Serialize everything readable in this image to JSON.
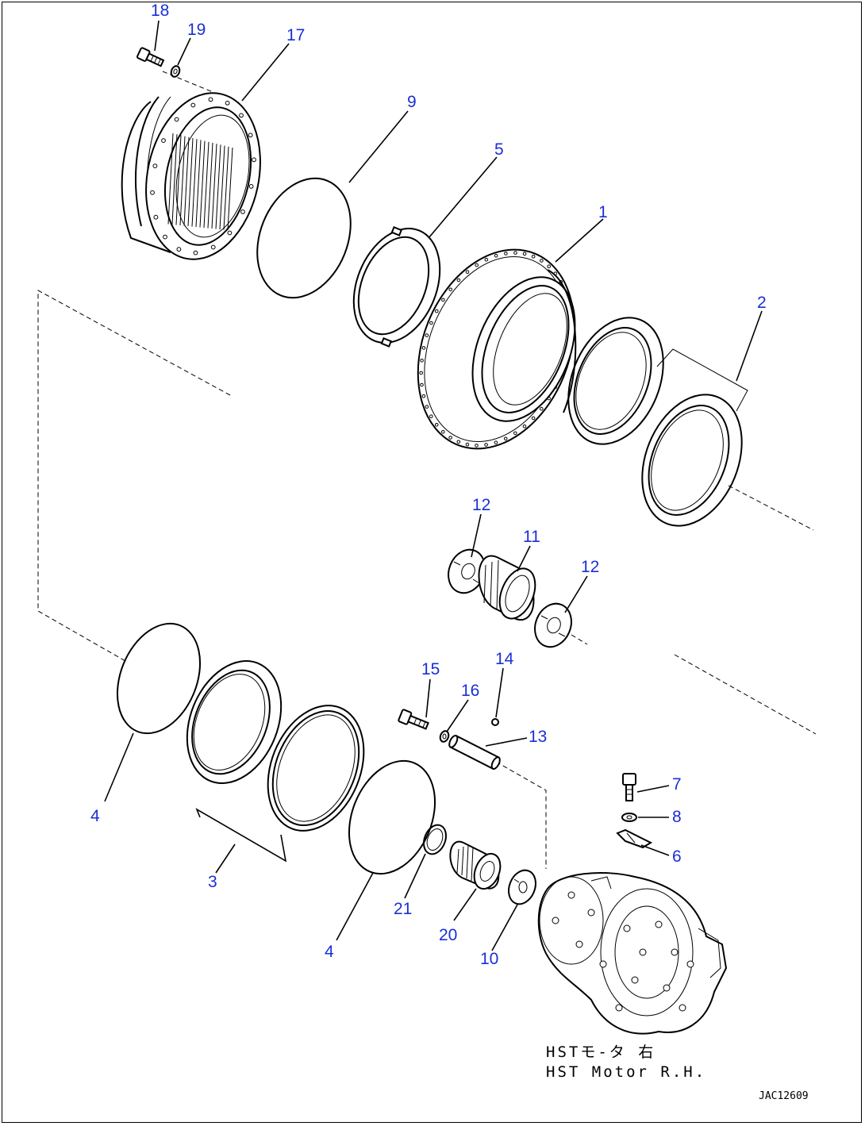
{
  "callouts": [
    {
      "id": "18",
      "label": "18"
    },
    {
      "id": "19",
      "label": "19"
    },
    {
      "id": "17",
      "label": "17"
    },
    {
      "id": "9",
      "label": "9"
    },
    {
      "id": "5",
      "label": "5"
    },
    {
      "id": "1",
      "label": "1"
    },
    {
      "id": "2",
      "label": "2"
    },
    {
      "id": "12a",
      "label": "12"
    },
    {
      "id": "11",
      "label": "11"
    },
    {
      "id": "12b",
      "label": "12"
    },
    {
      "id": "15",
      "label": "15"
    },
    {
      "id": "16",
      "label": "16"
    },
    {
      "id": "14",
      "label": "14"
    },
    {
      "id": "13",
      "label": "13"
    },
    {
      "id": "7",
      "label": "7"
    },
    {
      "id": "8",
      "label": "8"
    },
    {
      "id": "6",
      "label": "6"
    },
    {
      "id": "4a",
      "label": "4"
    },
    {
      "id": "3",
      "label": "3"
    },
    {
      "id": "21",
      "label": "21"
    },
    {
      "id": "20",
      "label": "20"
    },
    {
      "id": "4b",
      "label": "4"
    },
    {
      "id": "10",
      "label": "10"
    }
  ],
  "caption": {
    "line1": "HSTモ-タ 右",
    "line2": "HST Motor R.H."
  },
  "drawing_id": "JAC12609",
  "colors": {
    "callout": "#1a2fd6",
    "line": "#000000",
    "background": "#ffffff"
  }
}
